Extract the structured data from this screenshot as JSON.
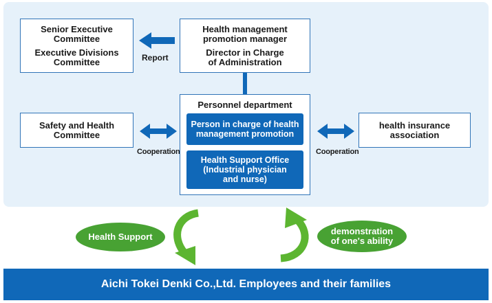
{
  "boxes": {
    "senior_executive": {
      "line1": "Senior Executive",
      "line2": "Committee",
      "line3": "Executive Divisions",
      "line4": "Committee"
    },
    "health_manager": {
      "line1": "Health management",
      "line2": "promotion manager",
      "line3": "Director in Charge",
      "line4": "of Administration"
    },
    "safety_health": {
      "line1": "Safety and Health",
      "line2": "Committee"
    },
    "personnel": {
      "title": "Personnel department"
    },
    "person_in_charge": {
      "line1": "Person in charge of health",
      "line2": "management promotion"
    },
    "health_support_office": {
      "line1": "Health Support Office",
      "line2": "(Industrial physician",
      "line3": "and nurse)"
    },
    "insurance": {
      "line1": "health insurance",
      "line2": "association"
    }
  },
  "labels": {
    "report": "Report",
    "cooperation_left": "Cooperation",
    "cooperation_right": "Cooperation"
  },
  "cycle": {
    "health_support": "Health Support",
    "demonstration_line1": "demonstration",
    "demonstration_line2": "of one's ability"
  },
  "footer": {
    "text": "Aichi Tokei Denki Co.,Ltd. Employees and their families"
  },
  "colors": {
    "panel": "#e6f1fa",
    "box_border": "#2f73b7",
    "blue": "#1068b8",
    "green": "#48a233",
    "green_arrow": "#5cb531"
  }
}
